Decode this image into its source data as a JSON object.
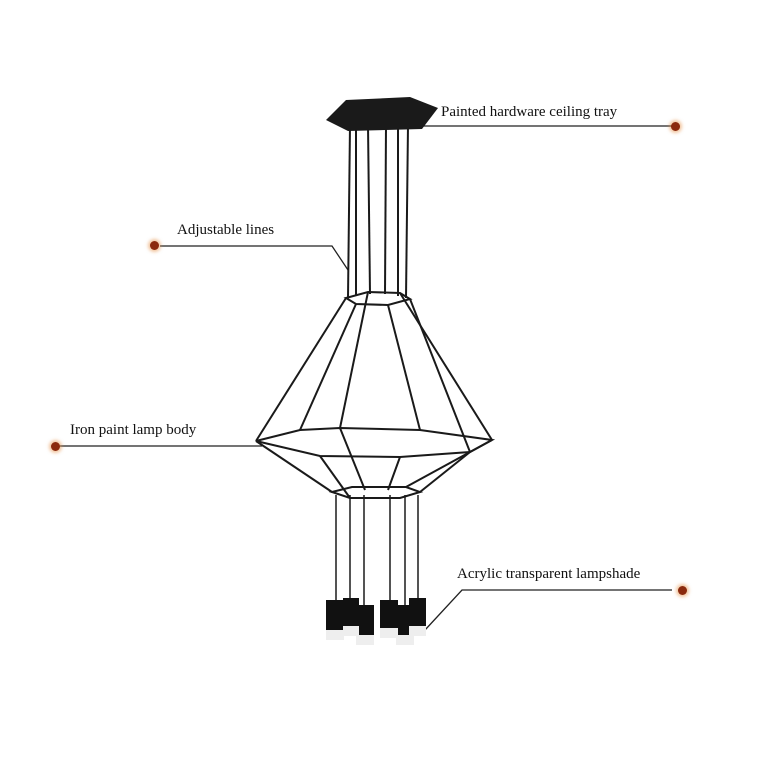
{
  "labels": [
    {
      "id": "tray",
      "text": "Painted hardware ceiling tray"
    },
    {
      "id": "lines",
      "text": "Adjustable lines"
    },
    {
      "id": "body",
      "text": "Iron paint lamp body"
    },
    {
      "id": "shade",
      "text": "Acrylic transparent lampshade"
    }
  ],
  "colors": {
    "dot": "#8b2a0e",
    "line": "#222222",
    "lamp": "#111111"
  }
}
